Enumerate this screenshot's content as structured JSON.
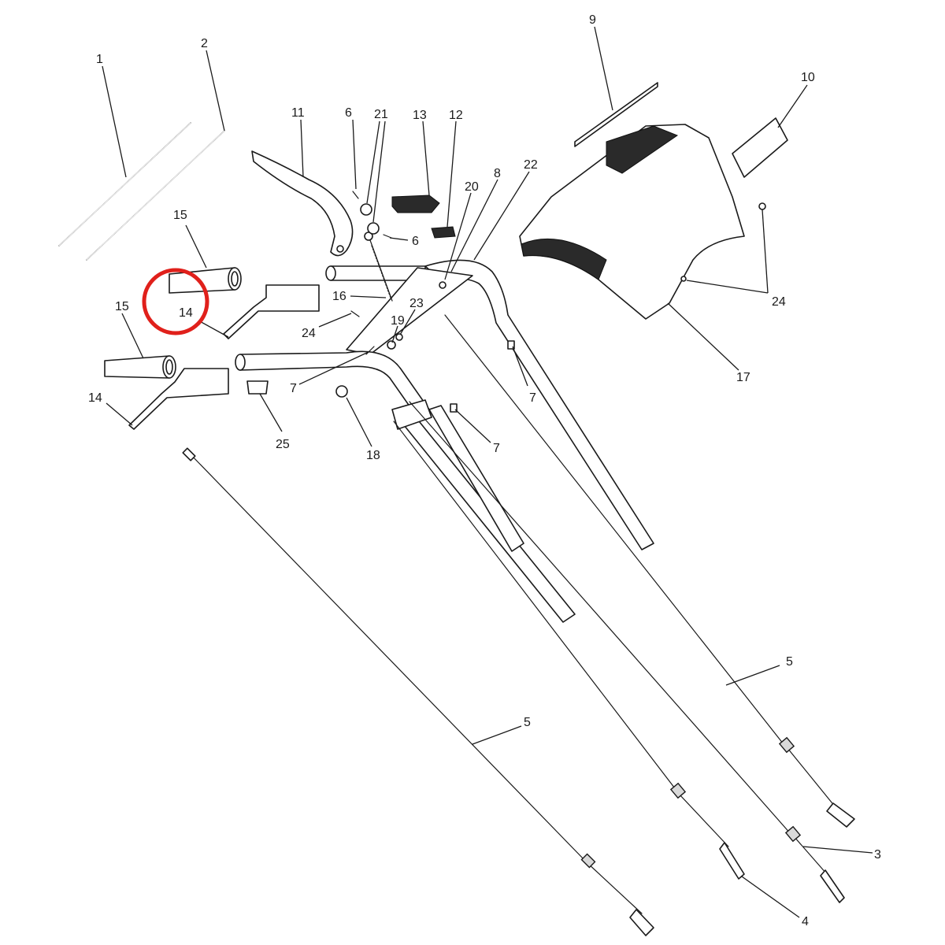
{
  "callouts": {
    "c1": "1",
    "c2": "2",
    "c3": "3",
    "c4": "4",
    "c5a": "5",
    "c5b": "5",
    "c6a": "6",
    "c6b": "6",
    "c7a": "7",
    "c7b": "7",
    "c7c": "7",
    "c8": "8",
    "c9": "9",
    "c10": "10",
    "c11": "11",
    "c12": "12",
    "c13": "13",
    "c14a": "14",
    "c14b": "14",
    "c15a": "15",
    "c15b": "15",
    "c16": "16",
    "c17": "17",
    "c18": "18",
    "c19": "19",
    "c20": "20",
    "c21": "21",
    "c22": "22",
    "c23": "23",
    "c24a": "24",
    "c24b": "24",
    "c25": "25"
  },
  "highlight": {
    "target": "14",
    "color": "#e0201b"
  },
  "colors": {
    "line": "#1a1a1a",
    "background": "#ffffff"
  }
}
